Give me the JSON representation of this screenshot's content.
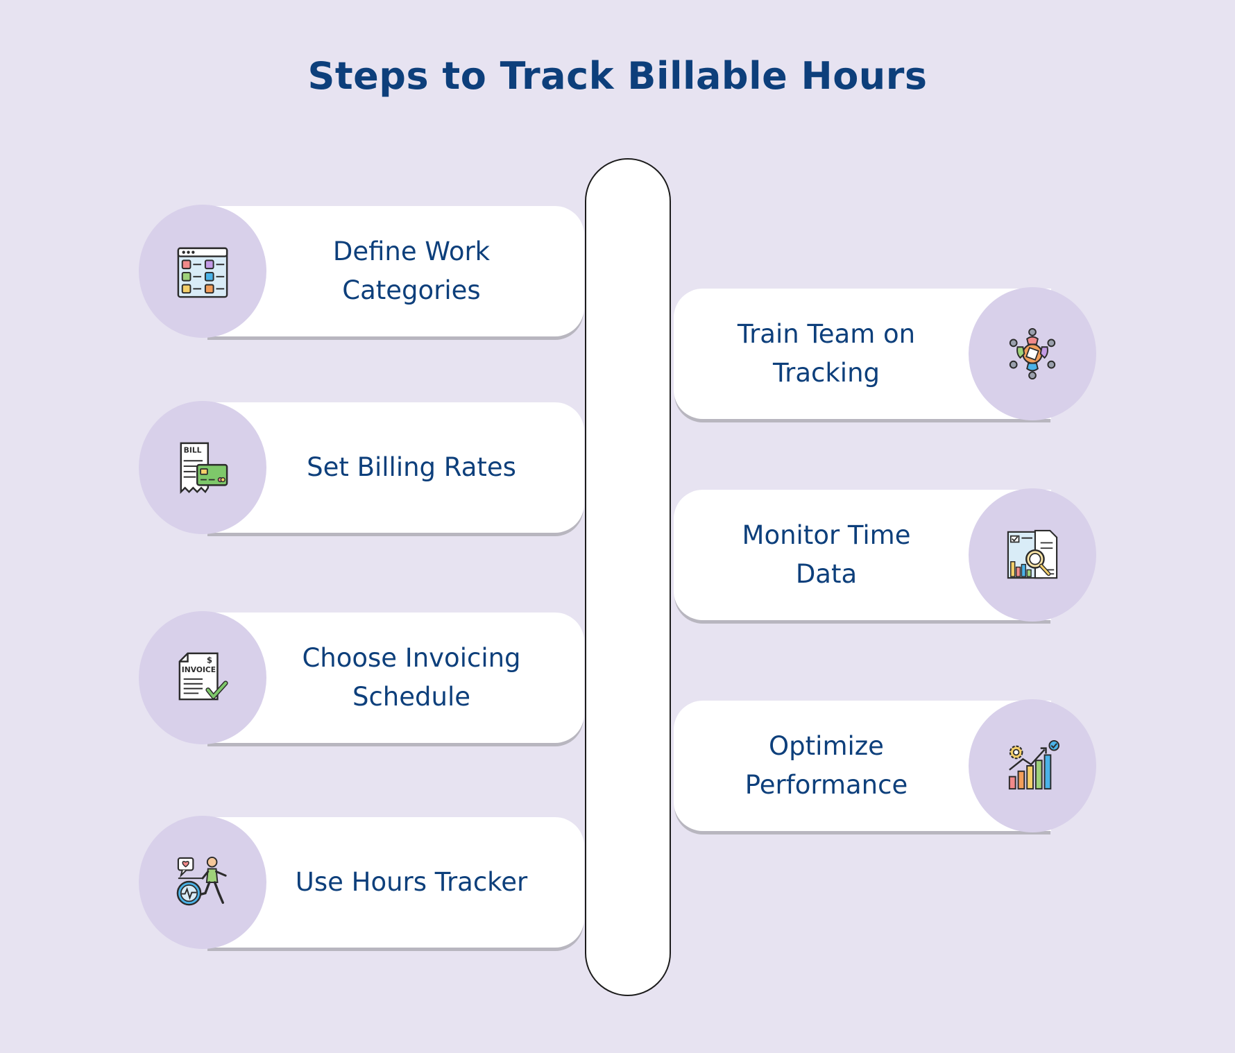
{
  "title": "Steps to Track Billable Hours",
  "left_steps": [
    {
      "label": "Define Work\nCategories",
      "icon": "category-board-icon"
    },
    {
      "label": "Set Billing Rates",
      "icon": "bill-card-icon"
    },
    {
      "label": "Choose Invoicing\nSchedule",
      "icon": "invoice-check-icon"
    },
    {
      "label": "Use Hours Tracker",
      "icon": "activity-tracker-icon"
    }
  ],
  "right_steps": [
    {
      "label": "Train Team on\nTracking",
      "icon": "team-meeting-icon"
    },
    {
      "label": "Monitor Time\nData",
      "icon": "data-analysis-icon"
    },
    {
      "label": "Optimize\nPerformance",
      "icon": "growth-chart-icon"
    }
  ],
  "icon_texts": {
    "bill": "BILL",
    "invoice": "INVOICE",
    "dollar": "$"
  },
  "colors": {
    "background": "#e7e3f1",
    "title": "#0d3f7b",
    "card": "#ffffff",
    "circle": "#d8d0ea",
    "spine_border": "#1c1c1c"
  }
}
